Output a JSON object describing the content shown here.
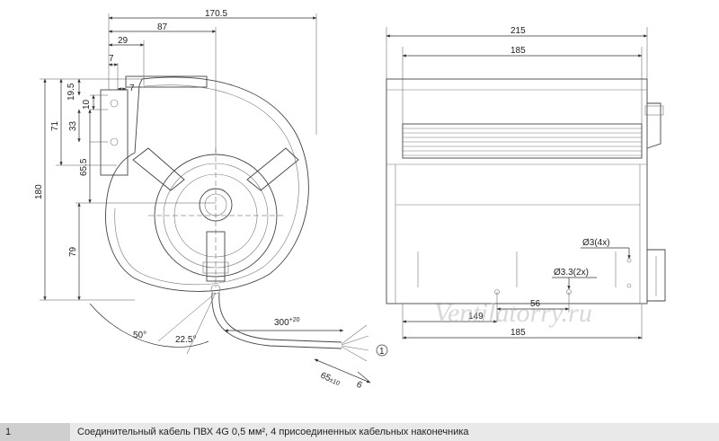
{
  "drawing": {
    "front_view": {
      "dims": {
        "width_total": "170.5",
        "width_87": "87",
        "width_29": "29",
        "width_7a": "7",
        "width_7b": "7",
        "height_19_5": "19.5",
        "height_10": "10",
        "height_33": "33",
        "height_71": "71",
        "height_65_5": "65.5",
        "height_180": "180",
        "height_79": "79",
        "angle_50": "50°",
        "angle_22_5": "22.5°",
        "cable_length_base": "300",
        "cable_length_sup": "+20",
        "strip_length_base": "65",
        "strip_length_tol": "±10",
        "strip_6": "6"
      },
      "callout": "1"
    },
    "side_view": {
      "dims": {
        "width_215": "215",
        "width_185_top": "185",
        "hole_3_4x": "Ø3(4x)",
        "hole_3_3_2x": "Ø3.3(2x)",
        "width_56": "56",
        "width_149": "149",
        "width_185_bottom": "185"
      }
    },
    "watermark": "Ventilatorry.ru"
  },
  "legend": {
    "number": "1",
    "text": "Соединительный кабель ПВХ 4G 0,5 мм², 4 присоединенных кабельных наконечника"
  }
}
